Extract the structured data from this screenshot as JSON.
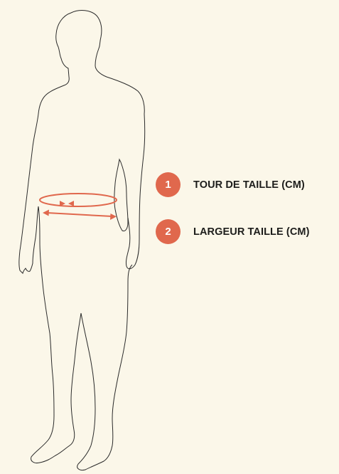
{
  "colors": {
    "background": "#fbf7e9",
    "accent": "#e0684d",
    "outline": "#2a2a2a"
  },
  "legend": [
    {
      "number": "1",
      "label": "TOUR DE TAILLE (CM)"
    },
    {
      "number": "2",
      "label": "LARGEUR TAILLE (CM)"
    }
  ]
}
